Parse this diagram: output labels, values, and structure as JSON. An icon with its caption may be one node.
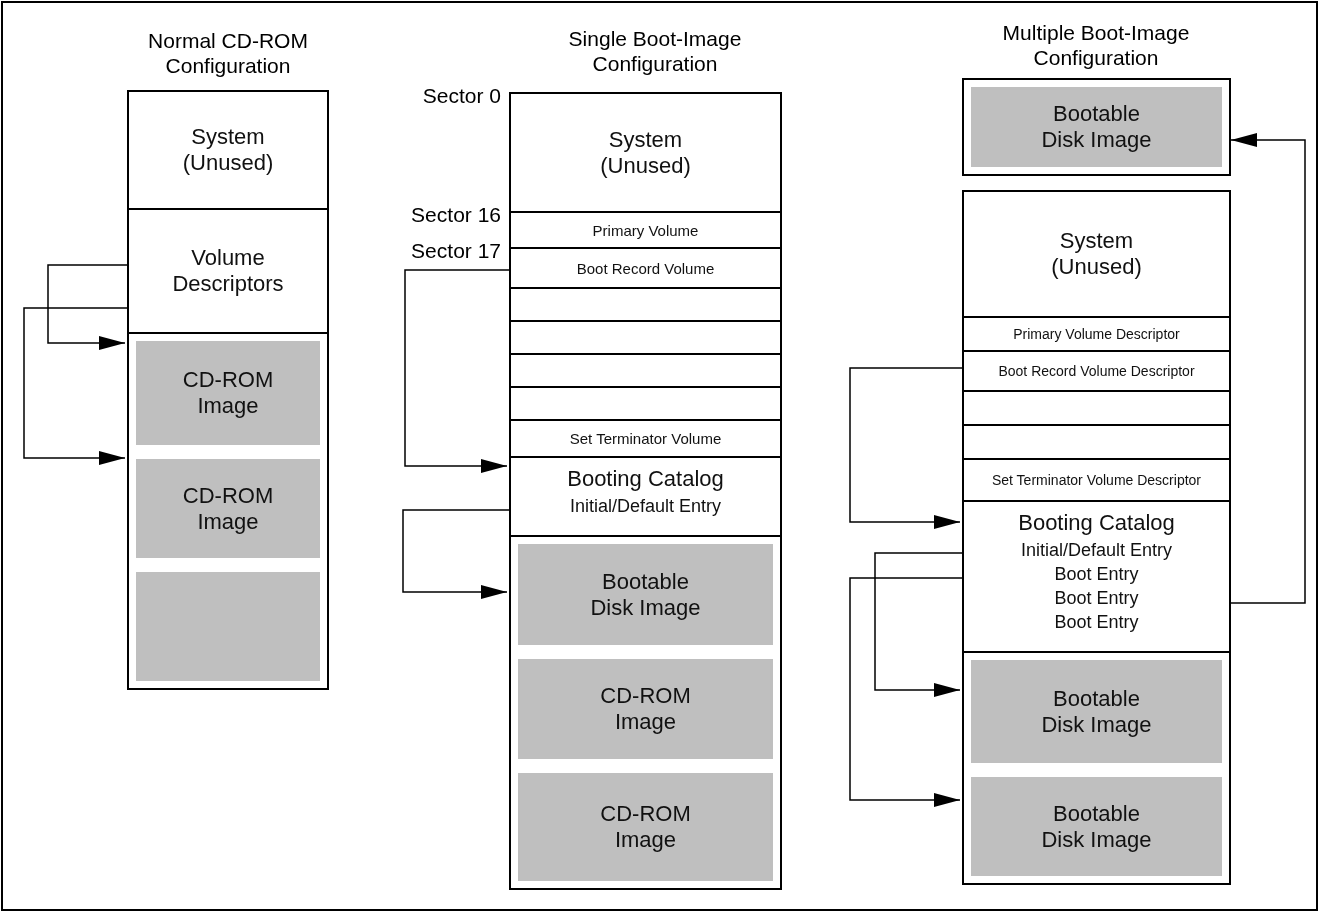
{
  "diagram": {
    "nodes": [
      {
        "text": [
          "System (Unused)"
        ]
      },
      {
        "text": [
          "Volume Descriptors"
        ]
      },
      {
        "text": [
          "CD-ROM Image"
        ]
      },
      {
        "text": [
          "CD-ROM Image"
        ]
      },
      {
        "text": [],
        "shape": "box"
      },
      {
        "text": [
          "System (Unused)"
        ],
        "beside": [
          "Sector 0"
        ]
      },
      {
        "text": [
          "Primary Volume"
        ],
        "beside": [
          "Sector 16"
        ]
      },
      {
        "text": [
          "Boot Record Volume"
        ],
        "beside": [
          "Sector 17"
        ]
      },
      {
        "text": [],
        "shape": "box"
      },
      {
        "text": [],
        "shape": "box"
      },
      {
        "text": [],
        "shape": "box"
      },
      {
        "text": [],
        "shape": "box"
      },
      {
        "text": [
          "Set Terminator Volume"
        ]
      },
      {
        "text": [
          "Booting Catalog",
          "Initial/Default Entry"
        ]
      },
      {
        "text": [
          "Bootable Disk Image"
        ]
      },
      {
        "text": [
          "CD-ROM Image"
        ]
      },
      {
        "text": [
          "CD-ROM Image"
        ]
      },
      {
        "text": [
          "Bootable Disk Image"
        ]
      },
      {
        "text": [
          "System (Unused)"
        ]
      },
      {
        "text": [
          "Primary Volume Descriptor"
        ]
      },
      {
        "text": [
          "Boot Record Volume Descriptor"
        ]
      },
      {
        "text": [],
        "shape": "box"
      },
      {
        "text": [],
        "shape": "box"
      },
      {
        "text": [
          "Set Terminator Volume Descriptor"
        ]
      },
      {
        "text": [
          "Booting Catalog",
          "Initial/Default Entry",
          "Boot Entry",
          "Boot Entry",
          "Boot Entry"
        ]
      },
      {
        "text": [
          "Bootable Disk Image"
        ]
      },
      {
        "text": [
          "Bootable Disk Image"
        ]
      }
    ],
    "edges": [
      {
        "from": 1,
        "to": 2,
        "arrow": "to"
      },
      {
        "from": 1,
        "to": 3,
        "arrow": "to"
      },
      {
        "from": 7,
        "to": 13,
        "arrow": "to"
      },
      {
        "from": 13,
        "to": 14,
        "arrow": "to"
      },
      {
        "from": 20,
        "to": 24,
        "arrow": "to"
      },
      {
        "from": 24,
        "to": 25,
        "arrow": "to"
      },
      {
        "from": 24,
        "to": 26,
        "arrow": "to"
      },
      {
        "from": 24,
        "to": 17,
        "arrow": "to"
      }
    ],
    "labels": [
      "Normal CD-ROM Configuration",
      "Single Boot-Image Configuration",
      "Multiple Boot-Image Configuration"
    ]
  }
}
